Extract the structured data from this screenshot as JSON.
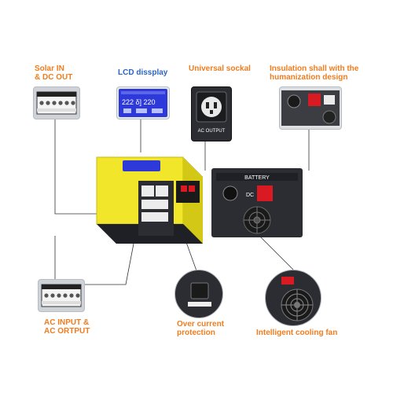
{
  "labels": {
    "solar_in": "Solar IN\n& DC OUT",
    "lcd_display": "LCD dissplay",
    "universal_socket": "Universal sockal",
    "insulation": "Insulation shall with the\nhumanization  design",
    "ac_input": "AC INPUT &\nAC ORTPUT",
    "over_current": "Over current\nprotection",
    "cooling_fan": "Intelligent cooling fan"
  },
  "panel_text": {
    "lcd_digits": "222 δ] 220",
    "ac_output": "AC OUTPUT",
    "battery": "BATTERY",
    "dc": "DC"
  },
  "colors": {
    "label_orange": "#f07c1e",
    "label_blue": "#2a64c8",
    "inverter_yellow": "#f2e62a",
    "lcd_blue": "#2d39d8",
    "terminal_red": "#d91a22",
    "chassis_dark": "#2b2d33"
  },
  "icons": [
    "terminal-block-icon",
    "lcd-panel-icon",
    "power-socket-icon",
    "battery-terminal-icon",
    "breaker-button-icon",
    "cooling-fan-icon"
  ]
}
